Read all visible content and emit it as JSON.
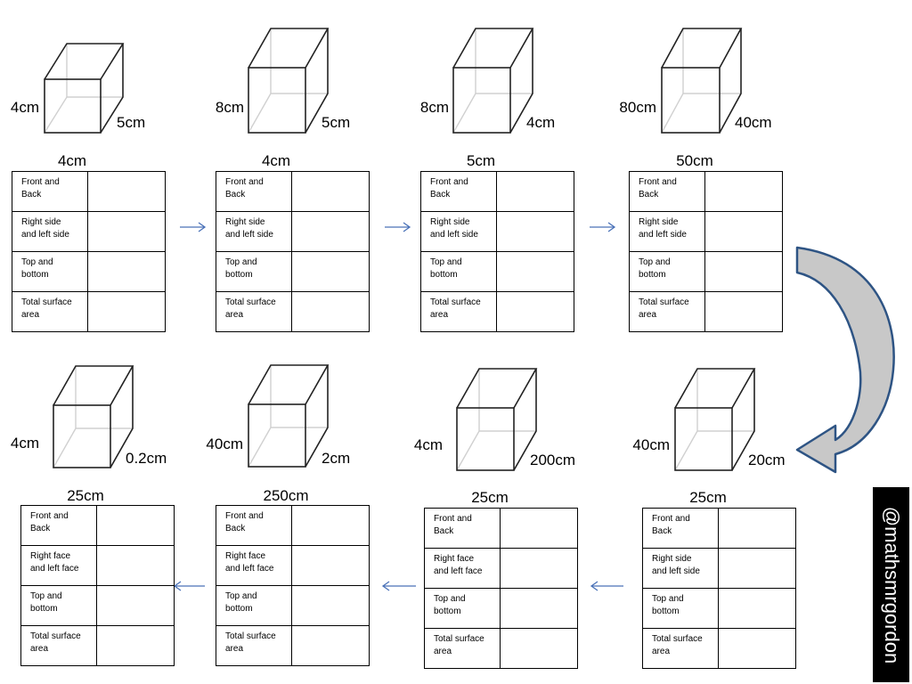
{
  "cards": [
    {
      "height": "4cm",
      "depth": "5cm",
      "width": "4cm",
      "rows": [
        "Front and\nBack",
        "Right side\nand left side",
        "Top and\nbottom",
        "Total surface\narea"
      ]
    },
    {
      "height": "8cm",
      "depth": "5cm",
      "width": "4cm",
      "rows": [
        "Front and\nBack",
        "Right side\nand left side",
        "Top and\nbottom",
        "Total surface\narea"
      ]
    },
    {
      "height": "8cm",
      "depth": "4cm",
      "width": "5cm",
      "rows": [
        "Front and\nBack",
        "Right side\nand left side",
        "Top and\nbottom",
        "Total surface\narea"
      ]
    },
    {
      "height": "80cm",
      "depth": "40cm",
      "width": "50cm",
      "rows": [
        "Front and\nBack",
        "Right side\nand left side",
        "Top and\nbottom",
        "Total surface\narea"
      ]
    },
    {
      "height": "40cm",
      "depth": "20cm",
      "width": "25cm",
      "rows": [
        "Front and\nBack",
        "Right side\nand left side",
        "Top and\nbottom",
        "Total surface\narea"
      ]
    },
    {
      "height": "4cm",
      "depth": "200cm",
      "width": "25cm",
      "rows": [
        "Front and\nBack",
        "Right face\nand left face",
        "Top and\nbottom",
        "Total surface\narea"
      ]
    },
    {
      "height": "40cm",
      "depth": "2cm",
      "width": "250cm",
      "rows": [
        "Front and\nBack",
        "Right face\nand left face",
        "Top and\nbottom",
        "Total surface\narea"
      ]
    },
    {
      "height": "4cm",
      "depth": "0.2cm",
      "width": "25cm",
      "rows": [
        "Front and\nBack",
        "Right face\nand left face",
        "Top and\nbottom",
        "Total surface\narea"
      ]
    }
  ],
  "watermark": "@mathsmrgordon",
  "colors": {
    "arrow": "#4a72b8",
    "curved_arrow_fill": "#c8c8c8",
    "curved_arrow_stroke": "#2e5484",
    "cube_back_edges": "#d0d0d0"
  }
}
